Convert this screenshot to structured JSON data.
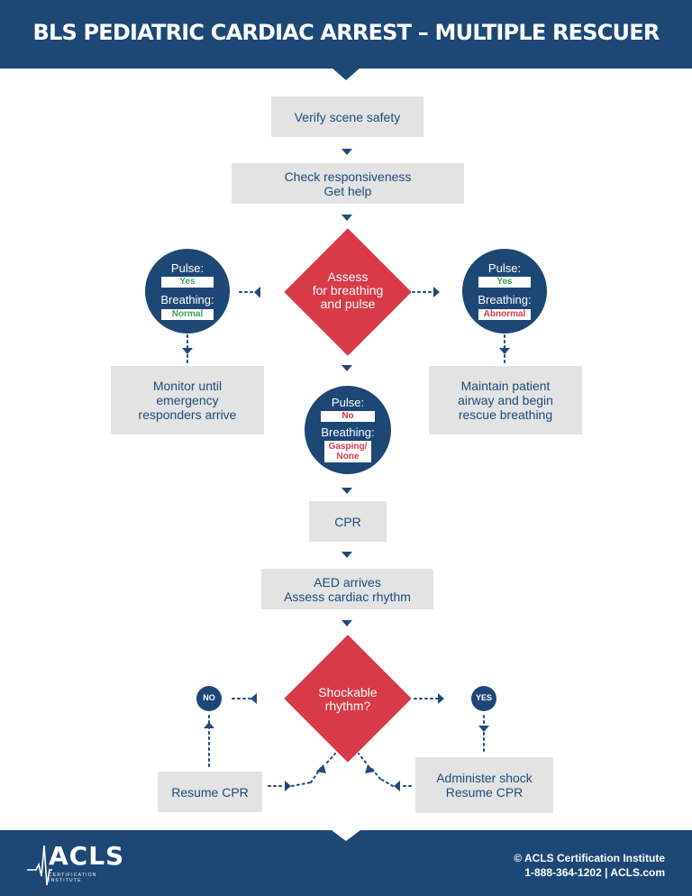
{
  "header": {
    "title": "BLS PEDIATRIC CARDIAC ARREST – MULTIPLE RESCUER"
  },
  "steps": {
    "verify": "Verify scene safety",
    "check_line1": "Check responsiveness",
    "check_line2": "Get help",
    "assess_line1": "Assess",
    "assess_line2": "for breathing",
    "assess_line3": "and pulse",
    "monitor_line1": "Monitor until",
    "monitor_line2": "emergency",
    "monitor_line3": "responders arrive",
    "maintain_line1": "Maintain patient",
    "maintain_line2": "airway and begin",
    "maintain_line3": "rescue breathing",
    "cpr": "CPR",
    "aed_line1": "AED arrives",
    "aed_line2": "Assess cardiac rhythm",
    "shockable_line1": "Shockable",
    "shockable_line2": "rhythm?",
    "resume_cpr": "Resume CPR",
    "administer_line1": "Administer shock",
    "administer_line2": "Resume CPR"
  },
  "pulse_circles": {
    "left": {
      "pulse_label": "Pulse:",
      "pulse_value": "Yes",
      "breathing_label": "Breathing:",
      "breathing_value": "Normal"
    },
    "right": {
      "pulse_label": "Pulse:",
      "pulse_value": "Yes",
      "breathing_label": "Breathing:",
      "breathing_value": "Abnormal"
    },
    "center": {
      "pulse_label": "Pulse:",
      "pulse_value": "No",
      "breathing_label": "Breathing:",
      "breathing_value_line1": "Gasping/",
      "breathing_value_line2": "None"
    }
  },
  "decisions": {
    "no": "NO",
    "yes": "YES"
  },
  "footer": {
    "logo_text": "ACLS",
    "logo_subtext": "CERTIFICATION INSTITUTE",
    "copyright": "© ACLS Certification Institute",
    "contact": "1-888-364-1202  |  ACLS.com"
  },
  "colors": {
    "navy": "#1d4775",
    "red": "#d93a48",
    "box_gray": "#e3e3e3",
    "yes_green": "#3aa54a",
    "connector": "#1d4a7c"
  }
}
